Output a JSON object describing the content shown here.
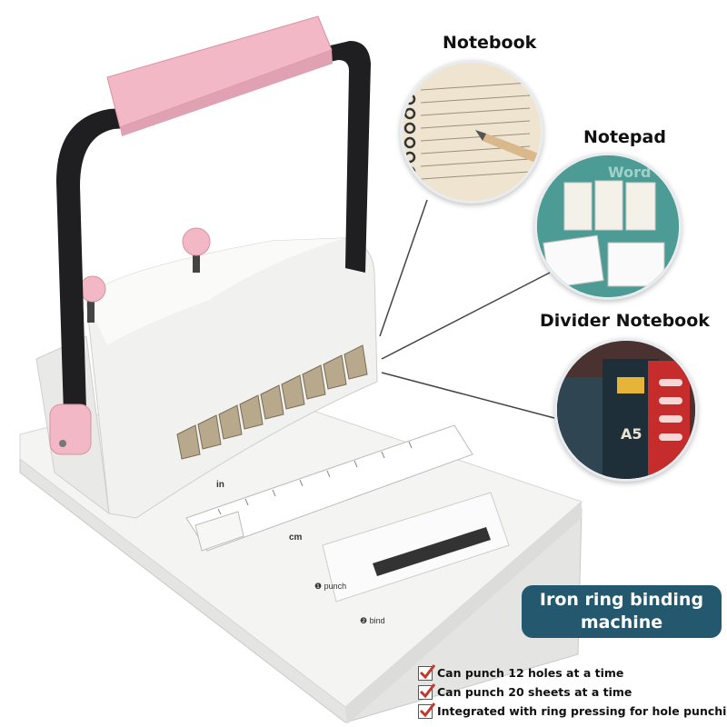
{
  "callouts": {
    "notebook": "Notebook",
    "notepad": "Notepad",
    "divider_notebook": "Divider Notebook"
  },
  "notepad_word": "Word",
  "divider_cover_text": "A5",
  "machine_rulers": {
    "inch": "in",
    "centimeter": "cm"
  },
  "machine_steps": {
    "step1": "punch",
    "step2": "bind"
  },
  "banner": {
    "line1": "Iron ring binding",
    "line2": "machine"
  },
  "features": [
    "Can punch 12 holes at a time",
    "Can punch 20 sheets at a time",
    "Integrated with ring pressing for hole punching"
  ],
  "colors": {
    "handle_pink": "#f2b8c6",
    "banner": "#24586e",
    "check": "#c0392b",
    "machine_body": "#eeeeec"
  }
}
